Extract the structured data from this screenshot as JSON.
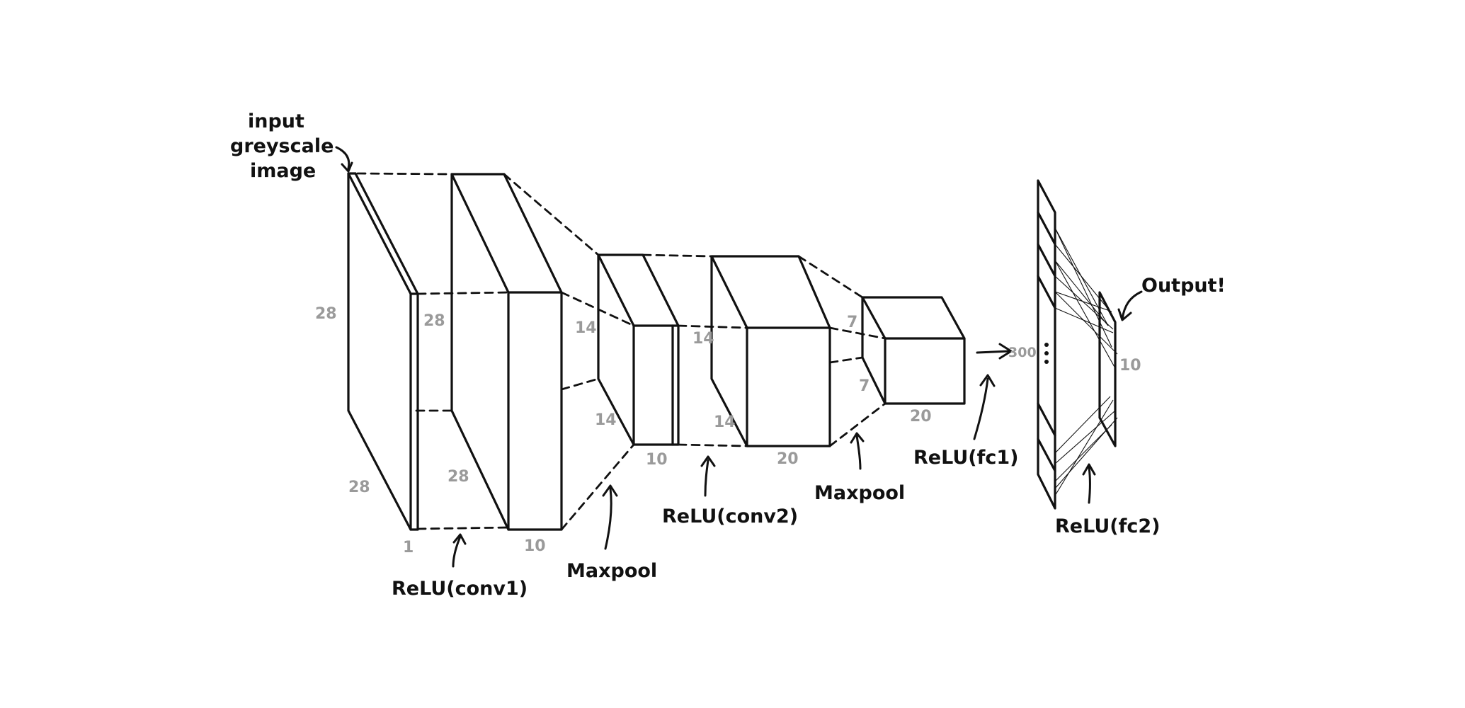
{
  "labels": {
    "input": [
      "input",
      "greyscale",
      "image"
    ],
    "relu_conv1": "ReLU(conv1)",
    "maxpool1": "Maxpool",
    "relu_conv2": "ReLU(conv2)",
    "maxpool2": "Maxpool",
    "relu_fc1": "ReLU(fc1)",
    "relu_fc2": "ReLU(fc2)",
    "output": "Output!"
  },
  "dimensions": {
    "input": {
      "height": "28",
      "width": "28",
      "depth": "1"
    },
    "conv1": {
      "height": "28",
      "width": "28",
      "depth": "10"
    },
    "pool1": {
      "height": "14",
      "width": "14",
      "depth": "10"
    },
    "conv2": {
      "height": "14",
      "width": "14",
      "depth": "20"
    },
    "pool2": {
      "height": "7",
      "width": "7",
      "depth": "20"
    },
    "fc1": "300",
    "fc2": "10"
  },
  "colors": {
    "ink": "#111111",
    "dimension_text": "#9a9a9a"
  }
}
